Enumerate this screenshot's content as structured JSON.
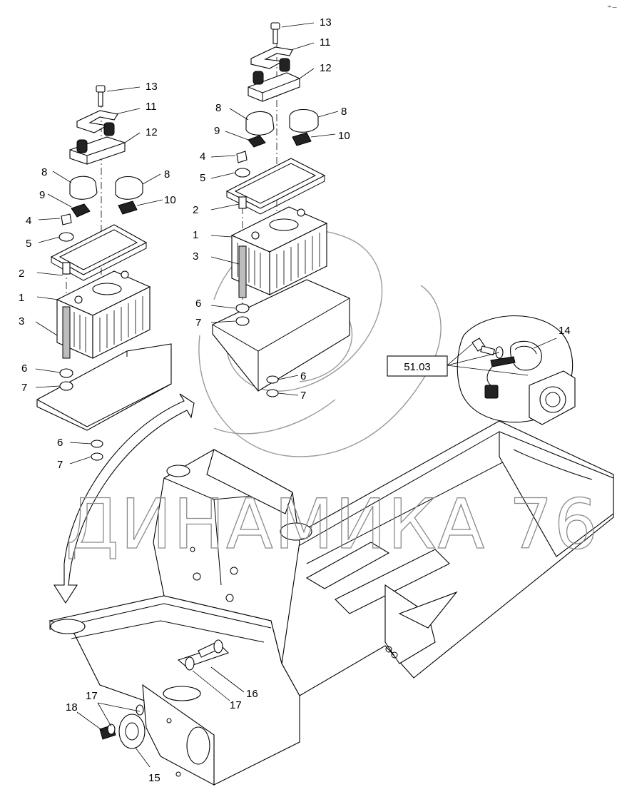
{
  "diagram": {
    "corner_mark": "™ —",
    "reference_box": "51.03",
    "watermark": "ДИНАМИКА 76",
    "callouts": {
      "left_13": "13",
      "left_11": "11",
      "left_12": "12",
      "left_8a": "8",
      "left_8b": "8",
      "left_9": "9",
      "left_10": "10",
      "left_4": "4",
      "left_5": "5",
      "left_2": "2",
      "left_1": "1",
      "left_3": "3",
      "left_6a": "6",
      "left_7a": "7",
      "left_6b": "6",
      "left_7b": "7",
      "right_13": "13",
      "right_11": "11",
      "right_12": "12",
      "right_8a": "8",
      "right_8b": "8",
      "right_9": "9",
      "right_10": "10",
      "right_4": "4",
      "right_5": "5",
      "right_2": "2",
      "right_1": "1",
      "right_3": "3",
      "right_6a": "6",
      "right_7a": "7",
      "right_6b": "6",
      "right_7b": "7",
      "c14": "14",
      "c15": "15",
      "c16": "16",
      "c17a": "17",
      "c17b": "17",
      "c18": "18"
    }
  }
}
